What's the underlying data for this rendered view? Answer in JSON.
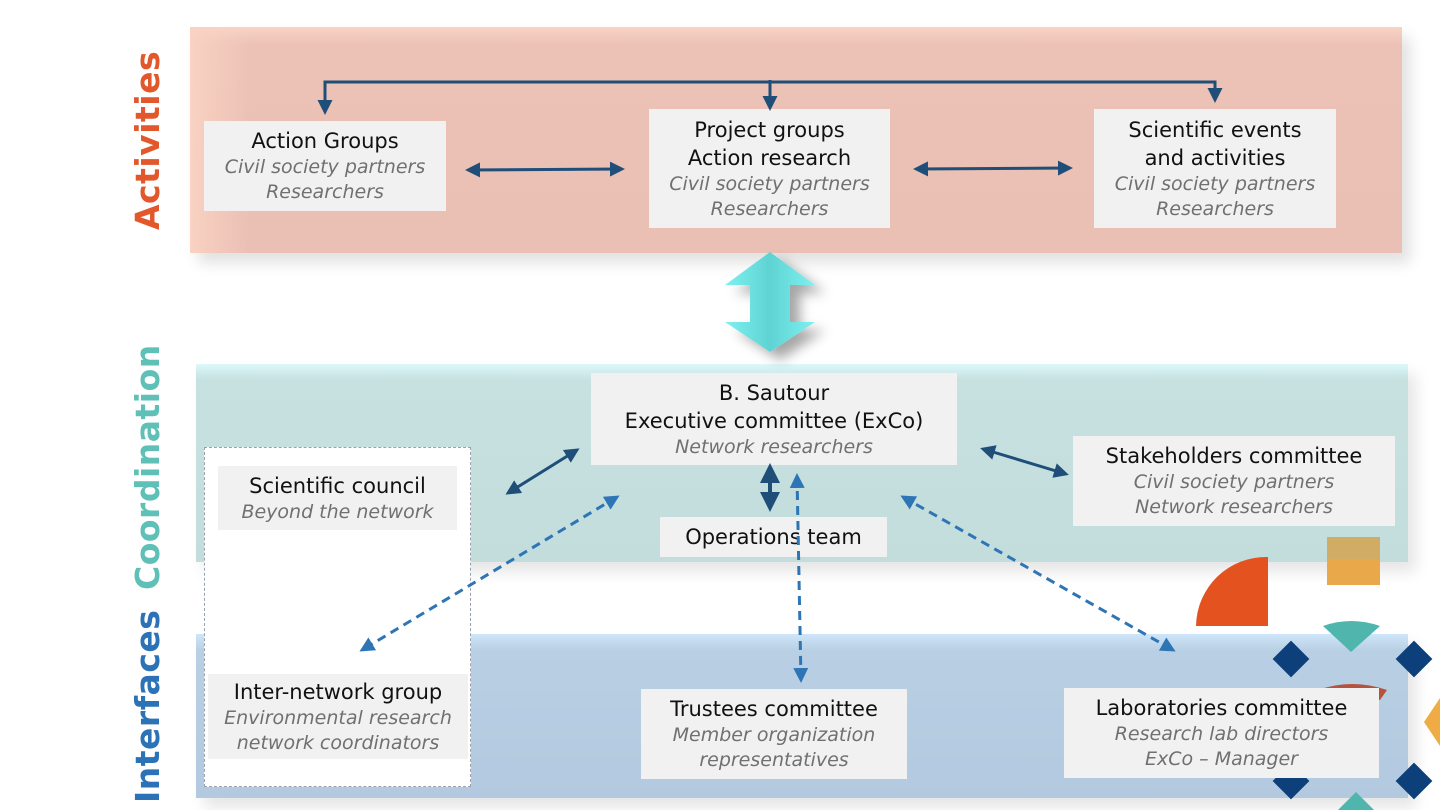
{
  "sections": {
    "activities": {
      "label": "Activities",
      "color": "#e2572b"
    },
    "coordination": {
      "label": "Coordination",
      "color": "#5ec0b6"
    },
    "interfaces": {
      "label": "Interfaces",
      "color": "#2b72b6"
    }
  },
  "activities": {
    "action_groups": {
      "title": "Action Groups",
      "sub": [
        "Civil society partners",
        "Researchers"
      ]
    },
    "project_groups": {
      "title": [
        "Project groups",
        "Action research"
      ],
      "sub": [
        "Civil society partners",
        "Researchers"
      ]
    },
    "scientific_events": {
      "title": [
        "Scientific events",
        "and activities"
      ],
      "sub": [
        "Civil society partners",
        "Researchers"
      ]
    }
  },
  "coordination": {
    "exco": {
      "title": [
        "B. Sautour",
        "Executive committee (ExCo)"
      ],
      "sub": "Network researchers"
    },
    "operations": {
      "title": "Operations team"
    },
    "stakeholders": {
      "title": "Stakeholders committee",
      "sub": [
        "Civil society partners",
        "Network researchers"
      ]
    },
    "scientific_council": {
      "title": "Scientific council",
      "sub": "Beyond the network"
    }
  },
  "interfaces": {
    "inter_network": {
      "title": "Inter-network group",
      "sub": [
        "Environmental research",
        "network coordinators"
      ]
    },
    "trustees": {
      "title": "Trustees committee",
      "sub": [
        "Member organization",
        "representatives"
      ]
    },
    "laboratories": {
      "title": "Laboratories committee",
      "sub": [
        "Research lab directors",
        "ExCo – Manager"
      ]
    }
  },
  "colors": {
    "arrow_solid": "#1f4e79",
    "arrow_dashed": "#2e75b6",
    "big_arrow": "#5fe3e3"
  }
}
